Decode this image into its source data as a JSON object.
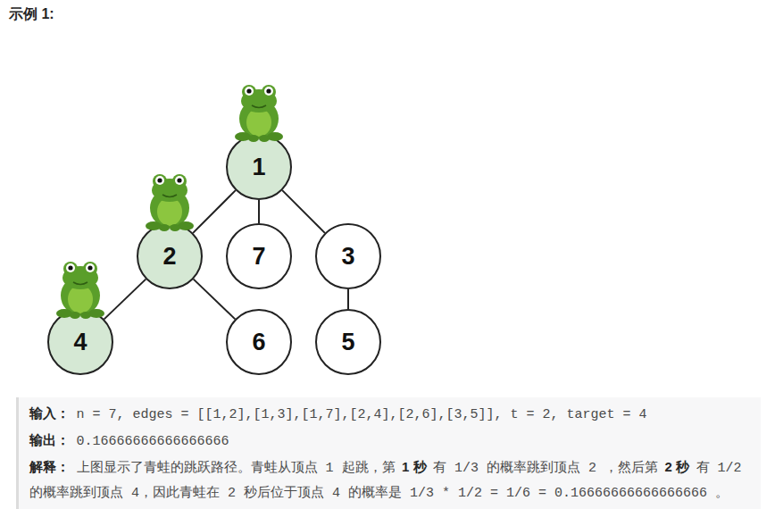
{
  "diagram": {
    "title": "示例 1:",
    "nodes": [
      {
        "text": [
          "1"
        ]
      },
      {
        "text": [
          "2"
        ]
      },
      {
        "text": [
          "7"
        ]
      },
      {
        "text": [
          "3"
        ]
      },
      {
        "text": [
          "4"
        ]
      },
      {
        "text": [
          "6"
        ]
      },
      {
        "text": [
          "5"
        ]
      }
    ],
    "edges": [
      {
        "from": 0,
        "to": 1,
        "arrow": "none"
      },
      {
        "from": 0,
        "to": 2,
        "arrow": "none"
      },
      {
        "from": 0,
        "to": 3,
        "arrow": "none"
      },
      {
        "from": 1,
        "to": 4,
        "arrow": "none"
      },
      {
        "from": 1,
        "to": 5,
        "arrow": "none"
      },
      {
        "from": 3,
        "to": 6,
        "arrow": "none"
      }
    ],
    "labels": [
      "输入：",
      "n = 7, edges = [[1,2],[1,3],[1,7],[2,4],[2,6],[3,5]], t = 2, target = 4",
      "输出：",
      "0.16666666666666666",
      "解释：",
      "上图显示了青蛙的跳跃路径。青蛙从顶点 1 起跳，第",
      "1 秒",
      "有 1/3 的概率跳到顶点 2 ，然后第",
      "2 秒",
      "有 1/2 的概率跳到顶点 4，因此青蛙在 2 秒后位于顶点 4 的概率是 1/3 * 1/2 = 1/6 = 0.16666666666666666 。"
    ]
  }
}
